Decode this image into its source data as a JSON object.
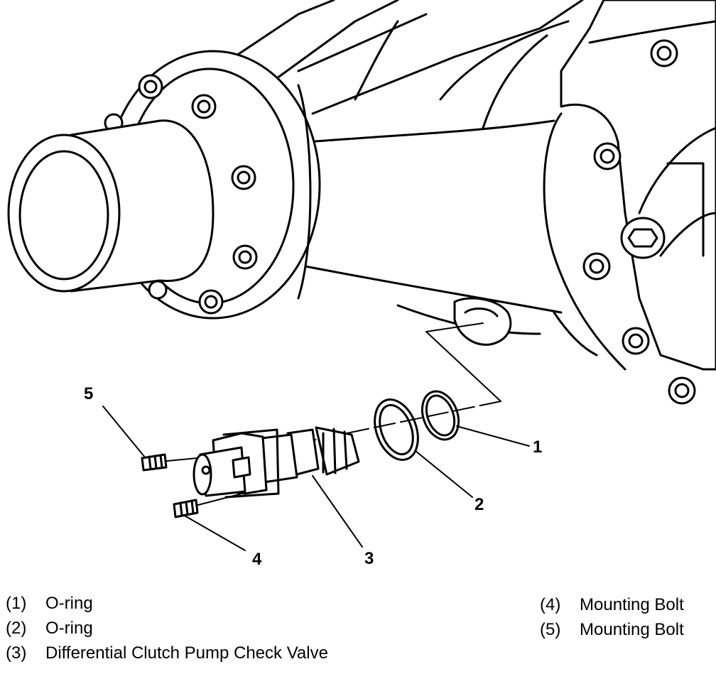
{
  "callouts": {
    "c1": "1",
    "c2": "2",
    "c3": "3",
    "c4": "4",
    "c5": "5"
  },
  "legend": {
    "l1_num": "(1)",
    "l1_text": "O-ring",
    "l2_num": "(2)",
    "l2_text": "O-ring",
    "l3_num": "(3)",
    "l3_text": "Differential Clutch Pump Check Valve",
    "l4_num": "(4)",
    "l4_text": "Mounting Bolt",
    "l5_num": "(5)",
    "l5_text": "Mounting Bolt"
  }
}
